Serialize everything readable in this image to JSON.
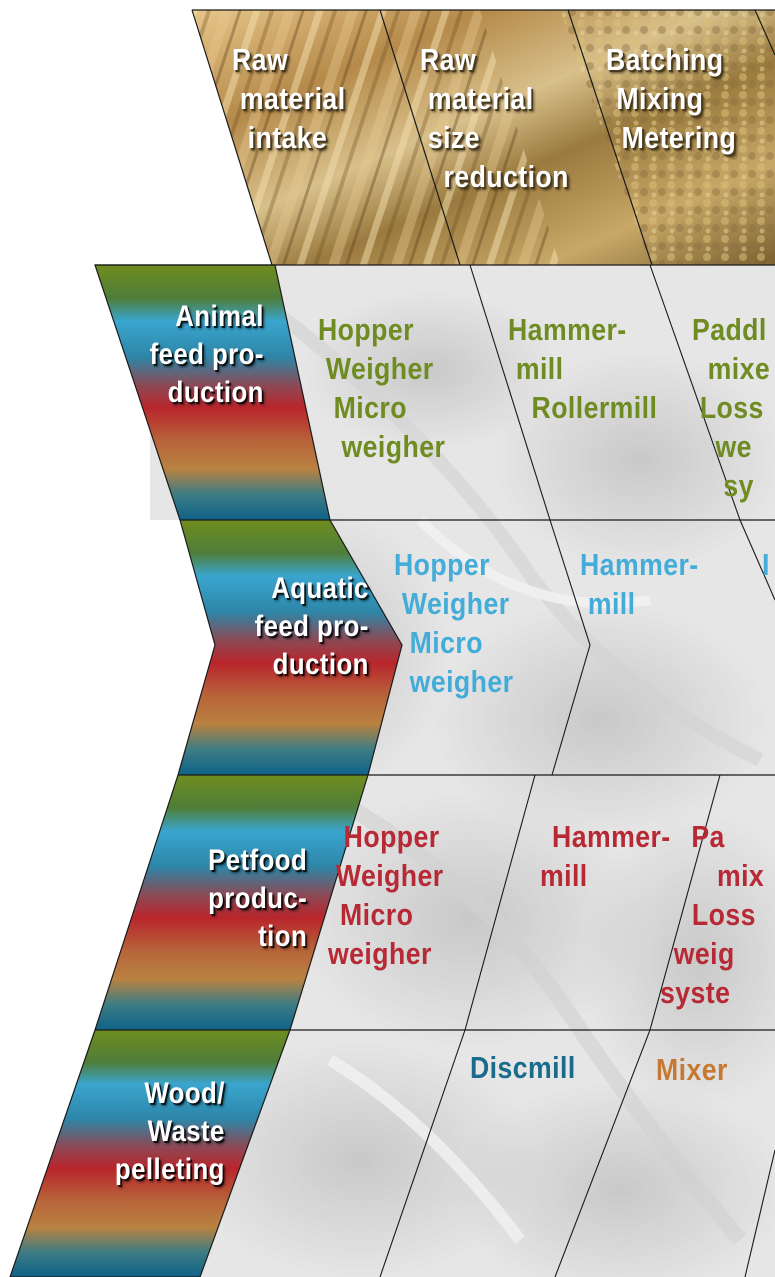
{
  "stages": [
    {
      "lines": [
        "Raw",
        " material",
        "  intake"
      ]
    },
    {
      "lines": [
        "Raw",
        " material",
        " size",
        "   reduction"
      ]
    },
    {
      "lines": [
        "Batching",
        "Mixing",
        "  Metering"
      ]
    }
  ],
  "rows": [
    {
      "label": [
        "Animal",
        "feed pro-",
        "duction"
      ],
      "cells": [
        [
          "Hopper",
          " Weigher",
          "  Micro",
          "   weigher"
        ],
        [
          "Hammer-",
          " mill",
          "   Rollermill"
        ],
        [
          "Paddl",
          "  mixe",
          " Loss",
          "   we",
          "    sy"
        ]
      ]
    },
    {
      "label": [
        "Aquatic",
        "feed pro-",
        "duction"
      ],
      "cells": [
        [
          "Hopper",
          " Weigher",
          "  Micro",
          "  weigher"
        ],
        [
          "Hammer-",
          " mill"
        ],
        [
          "I"
        ]
      ]
    },
    {
      "label": [
        "Petfood",
        "produc-",
        "tion"
      ],
      "cells": [
        [
          "  Hopper",
          " Weigher",
          "Micro",
          "weigher"
        ],
        [
          "Hammer-",
          "mill"
        ],
        [
          "    Pa",
          "  mix",
          " Loss",
          "weig",
          "syste"
        ]
      ]
    },
    {
      "label": [
        "Wood/",
        "Waste",
        "pelleting"
      ],
      "cells": [
        [],
        [
          "Discmill"
        ],
        [
          "Mixer"
        ]
      ]
    }
  ],
  "colors": {
    "animal": "#6f8c22",
    "aquatic": "#43acd9",
    "pet": "#b72a35",
    "wood_discmill": "#1b6c8c",
    "wood_mixer": "#c57a34",
    "header_photo": "#b08a4a",
    "grid_lines": "#1a1a1a"
  }
}
